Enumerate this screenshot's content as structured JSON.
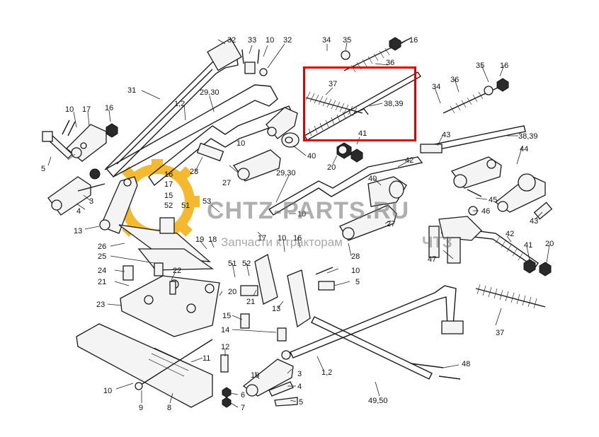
{
  "watermark": {
    "title": "CHTZ-PARTS.RU",
    "subtitle": "Запчасти к тракторам",
    "brand": "ЧТЗ",
    "gear_color": "#f5b21a"
  },
  "highlight_color": "#e00000",
  "callouts": {
    "c32a": "32",
    "c33": "33",
    "c10a": "10",
    "c32b": "32",
    "c34a": "34",
    "c35a": "35",
    "c16a": "16",
    "c36a": "36",
    "c37a": "37",
    "c3839a": "38,39",
    "c41a": "41",
    "c31": "31",
    "c12a": "1,2",
    "c2930a": "29,30",
    "c10b": "10",
    "c17a": "17",
    "c16b": "16",
    "c5a": "5",
    "c10c": "10",
    "c28a": "28",
    "c27a": "27",
    "c40a": "40",
    "c20a": "20",
    "c42a": "42",
    "c43a": "43",
    "c34b": "34",
    "c36b": "36",
    "c35b": "35",
    "c16c": "16",
    "c3839b": "38,39",
    "c44": "44",
    "c3a": "3",
    "c4a": "4",
    "c13a": "13",
    "c16d": "16",
    "c17b": "17",
    "c15a": "15",
    "c52a": "52",
    "c51a": "51",
    "c53": "53",
    "c2930b": "29,30",
    "c40b": "40",
    "c45": "45",
    "c46": "46",
    "c43b": "43",
    "c10d": "10",
    "c27b": "27",
    "c17c": "17",
    "c26": "26",
    "c25": "25",
    "c19": "19",
    "c18": "18",
    "c10e": "10",
    "c16e": "16",
    "c28b": "28",
    "c42b": "42",
    "c47": "47",
    "c41b": "41",
    "c20b": "20",
    "c24": "24",
    "c22": "22",
    "c51b": "51",
    "c52b": "52",
    "c21a": "21",
    "c20c": "20",
    "c21b": "21",
    "c10f": "10",
    "c5b": "5",
    "c23": "23",
    "c15b": "15",
    "c13b": "13",
    "c14": "14",
    "c37b": "37",
    "c12": "12",
    "c11": "11",
    "c10g": "10",
    "c3b": "3",
    "c4b": "4",
    "c12b": "1,2",
    "c48": "48",
    "c10h": "10",
    "c6": "6",
    "c9": "9",
    "c8": "8",
    "c7": "7",
    "c5c": "5",
    "c4950": "49,50"
  }
}
